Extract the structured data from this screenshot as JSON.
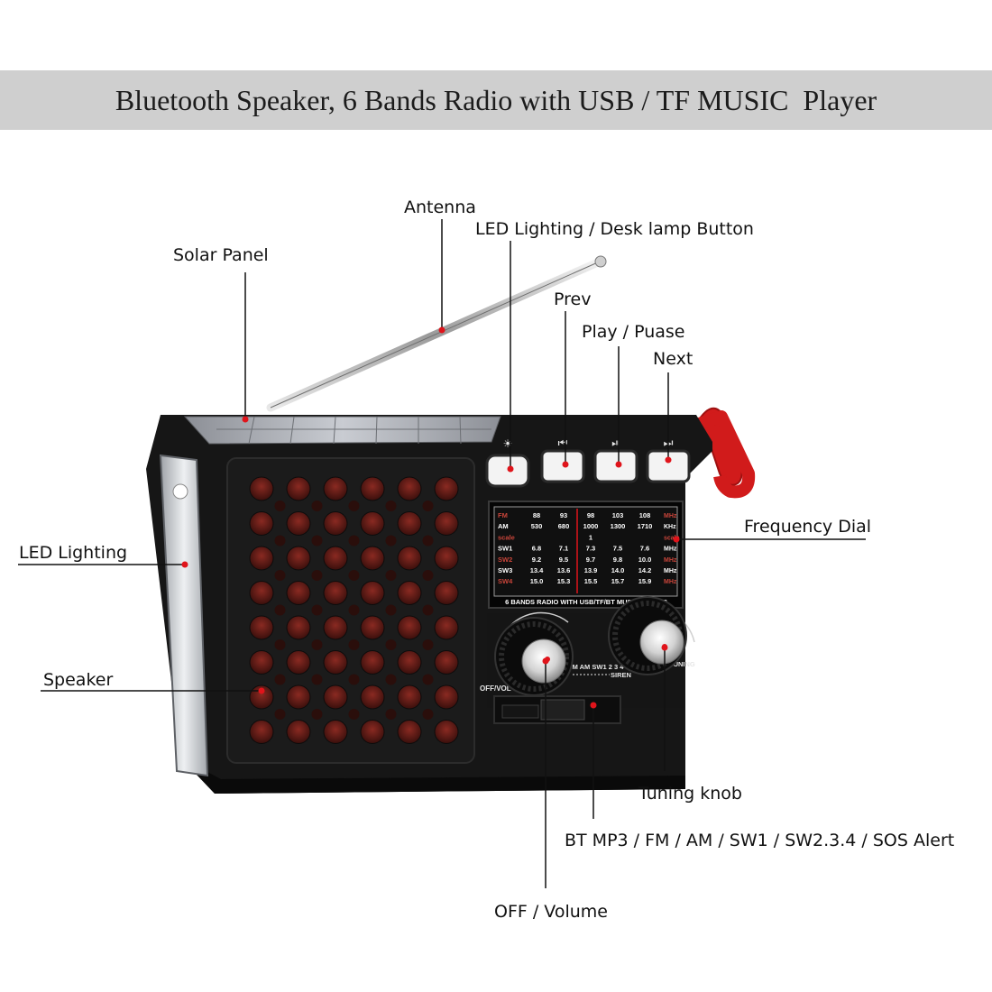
{
  "banner": {
    "title": "Bluetooth Speaker, 6 Bands Radio with USB / TF MUSIC  Player"
  },
  "callouts": {
    "antenna": "Antenna",
    "led_desk_lamp_button": "LED Lighting / Desk lamp Button",
    "solar_panel": "Solar Panel",
    "prev": "Prev",
    "play_pause": "Play / Puase",
    "next": "Next",
    "frequency_dial": "Frequency Dial",
    "led_lighting": "LED Lighting",
    "speaker": "Speaker",
    "tuning_knob": "Tuning knob",
    "band_selector": "BT MP3 / FM / AM / SW1 / SW2.3.4 / SOS Alert",
    "off_volume": "OFF / Volume"
  },
  "buttons": {
    "led": "☀",
    "prev": "⏮",
    "play_pause": "⏯",
    "next": "⏭"
  },
  "dial": {
    "headers": [
      "FM",
      "AM",
      "scale",
      "SW1",
      "SW2",
      "SW3",
      "SW4"
    ],
    "units": [
      "MHz",
      "KHz",
      "scale",
      "MHz",
      "MHz",
      "MHz",
      "MHz"
    ],
    "rows": [
      [
        "88",
        "93",
        "98",
        "103",
        "108"
      ],
      [
        "530",
        "680",
        "1000",
        "1300",
        "1710"
      ],
      [
        "",
        "",
        "1",
        "",
        ""
      ],
      [
        "6.8",
        "7.1",
        "7.3",
        "7.5",
        "7.6"
      ],
      [
        "9.2",
        "9.5",
        "9.7",
        "9.8",
        "10.0"
      ],
      [
        "13.4",
        "13.6",
        "13.9",
        "14.0",
        "14.2"
      ],
      [
        "15.0",
        "15.3",
        "15.5",
        "15.7",
        "15.9"
      ]
    ],
    "caption": "6 BANDS RADIO WITH USB/TF/BT  MUSIC PLAYER"
  },
  "panel_text": {
    "off_vol": "OFF/VOL",
    "band_scale": "FM AM SW1 2 3 4",
    "siren": "SIREN",
    "tuning": "TUNING"
  },
  "colors": {
    "body": "#161616",
    "speaker_red": "#5a1a16",
    "strap": "#d11b1b",
    "marker": "#e0141b"
  }
}
